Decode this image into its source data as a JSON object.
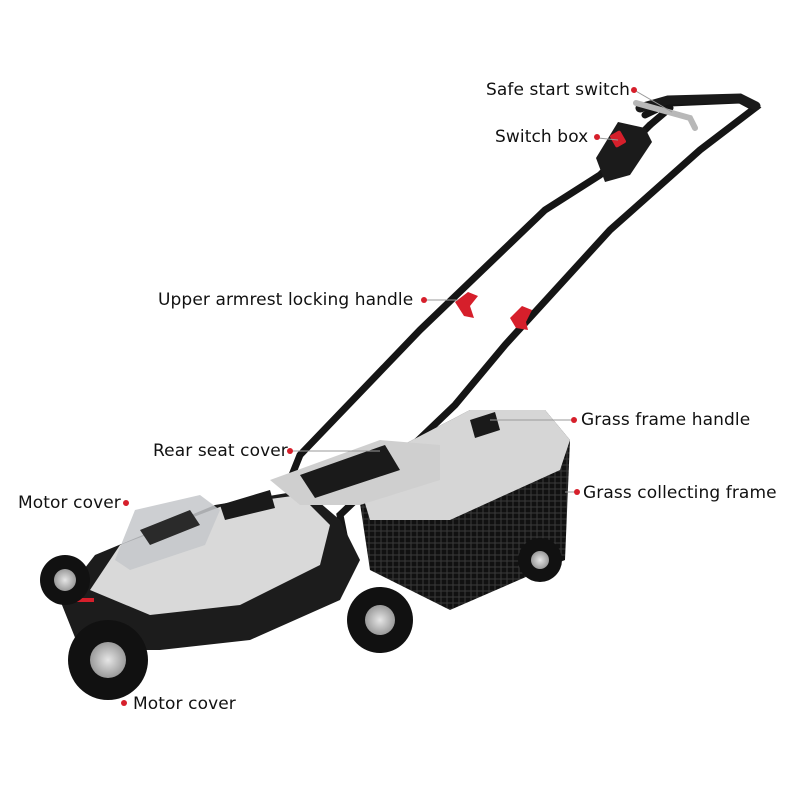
{
  "colors": {
    "accent_red": "#d61f2b",
    "body_grey": "#d9d9d9",
    "body_dark": "#1c1c1c",
    "label_text": "#111111",
    "background": "#ffffff"
  },
  "labels": {
    "safe_start_switch": "Safe start switch",
    "switch_box": "Switch box",
    "upper_armrest_locking_handle": "Upper armrest locking handle",
    "grass_frame_handle": "Grass frame handle",
    "rear_seat_cover": "Rear seat cover",
    "motor_cover_top": "Motor cover",
    "grass_collecting_frame": "Grass collecting frame",
    "motor_cover_bottom": "Motor cover"
  }
}
